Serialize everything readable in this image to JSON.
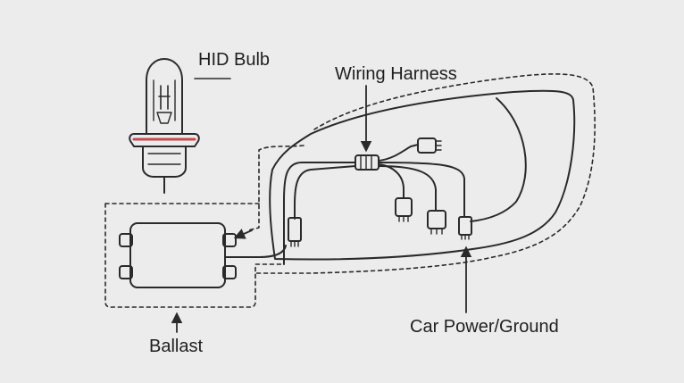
{
  "labels": {
    "hid_bulb": "HID Bulb",
    "wiring_harness": "Wiring Harness",
    "car_power_ground": "Car Power/Ground",
    "ballast": "Ballast"
  },
  "colors": {
    "background": "#ececec",
    "line": "#2a2a2a",
    "accent": "#c84a4a"
  }
}
